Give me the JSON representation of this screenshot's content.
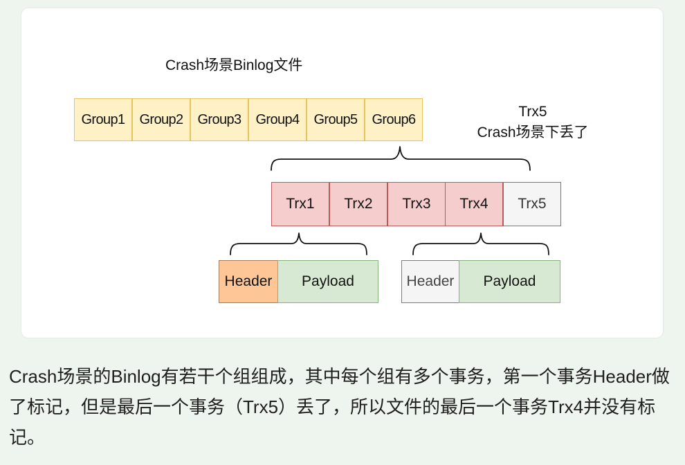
{
  "diagram": {
    "title": "Crash场景Binlog文件",
    "groups": [
      "Group1",
      "Group2",
      "Group3",
      "Group4",
      "Group5",
      "Group6"
    ],
    "transactions": [
      "Trx1",
      "Trx2",
      "Trx3",
      "Trx4",
      "Trx5"
    ],
    "lost_note": {
      "line1": "Trx5",
      "line2": "Crash场景下丢了"
    },
    "trx1_parts": {
      "header": "Header",
      "payload": "Payload"
    },
    "trx4_parts": {
      "header": "Header",
      "payload": "Payload"
    },
    "colors": {
      "group_fill": "#fff1c6",
      "group_border": "#e7c45d",
      "trx_fill": "#f6cdcd",
      "trx_border": "#b85a5a",
      "lost_fill": "#f5f5f5",
      "marked_header_fill": "#fdc697",
      "payload_fill": "#d8e9d3"
    }
  },
  "caption": "Crash场景的Binlog有若干个组组成，其中每个组有多个事务，第一个事务Header做了标记，但是最后一个事务（Trx5）丢了，所以文件的最后一个事务Trx4并没有标记。"
}
